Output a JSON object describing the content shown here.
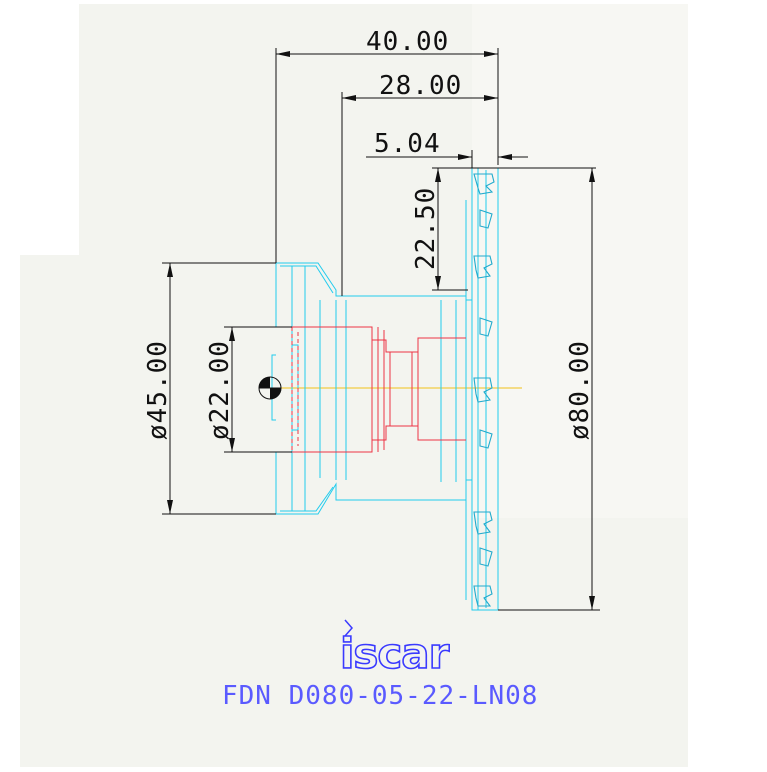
{
  "drawing": {
    "dimensions": {
      "total_length": "40.00",
      "body_length": "28.00",
      "blade_width": "5.04",
      "cut_depth": "22.50",
      "shank_diameter": "ø45.00",
      "bore_diameter": "ø22.00",
      "cutting_diameter": "ø80.00"
    },
    "brand": "iscar",
    "part_number": "FDN D080-05-22-LN08",
    "colors": {
      "background": "#ffffff",
      "paper": "#f3f4ef",
      "outline": "#22ccee",
      "bore_lines": "#ee3344",
      "dimension_lines": "#111111",
      "center_line": "#f2c21a",
      "title": "#5a5aff"
    }
  }
}
